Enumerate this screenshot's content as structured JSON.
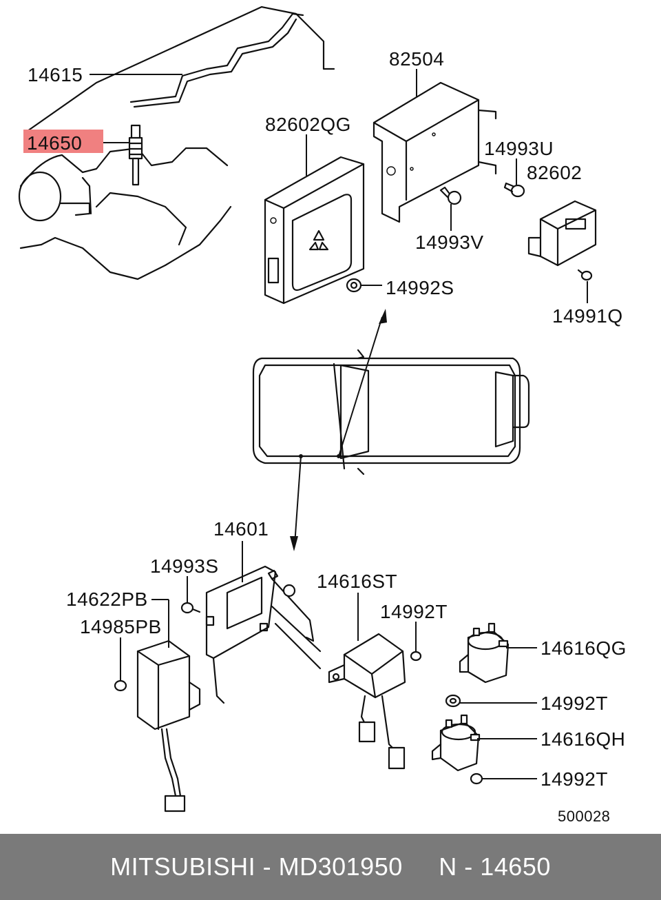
{
  "highlight_color": "#f08080",
  "footer_bg": "#7a7a7a",
  "callouts": {
    "c14615": "14615",
    "c14650": "14650",
    "c82504": "82504",
    "c82602QG": "82602QG",
    "c14993U": "14993U",
    "c82602": "82602",
    "c14993V": "14993V",
    "c14992S": "14992S",
    "c14991Q": "14991Q",
    "c14601": "14601",
    "c14993S": "14993S",
    "c14616ST": "14616ST",
    "c14622PB": "14622PB",
    "c14992T_a": "14992T",
    "c14985PB": "14985PB",
    "c14616QG": "14616QG",
    "c14992T_b": "14992T",
    "c14616QH": "14616QH",
    "c14992T_c": "14992T"
  },
  "diagram_id": "500028",
  "footer": {
    "text": "MITSUBISHI - MD301950     N - 14650"
  }
}
